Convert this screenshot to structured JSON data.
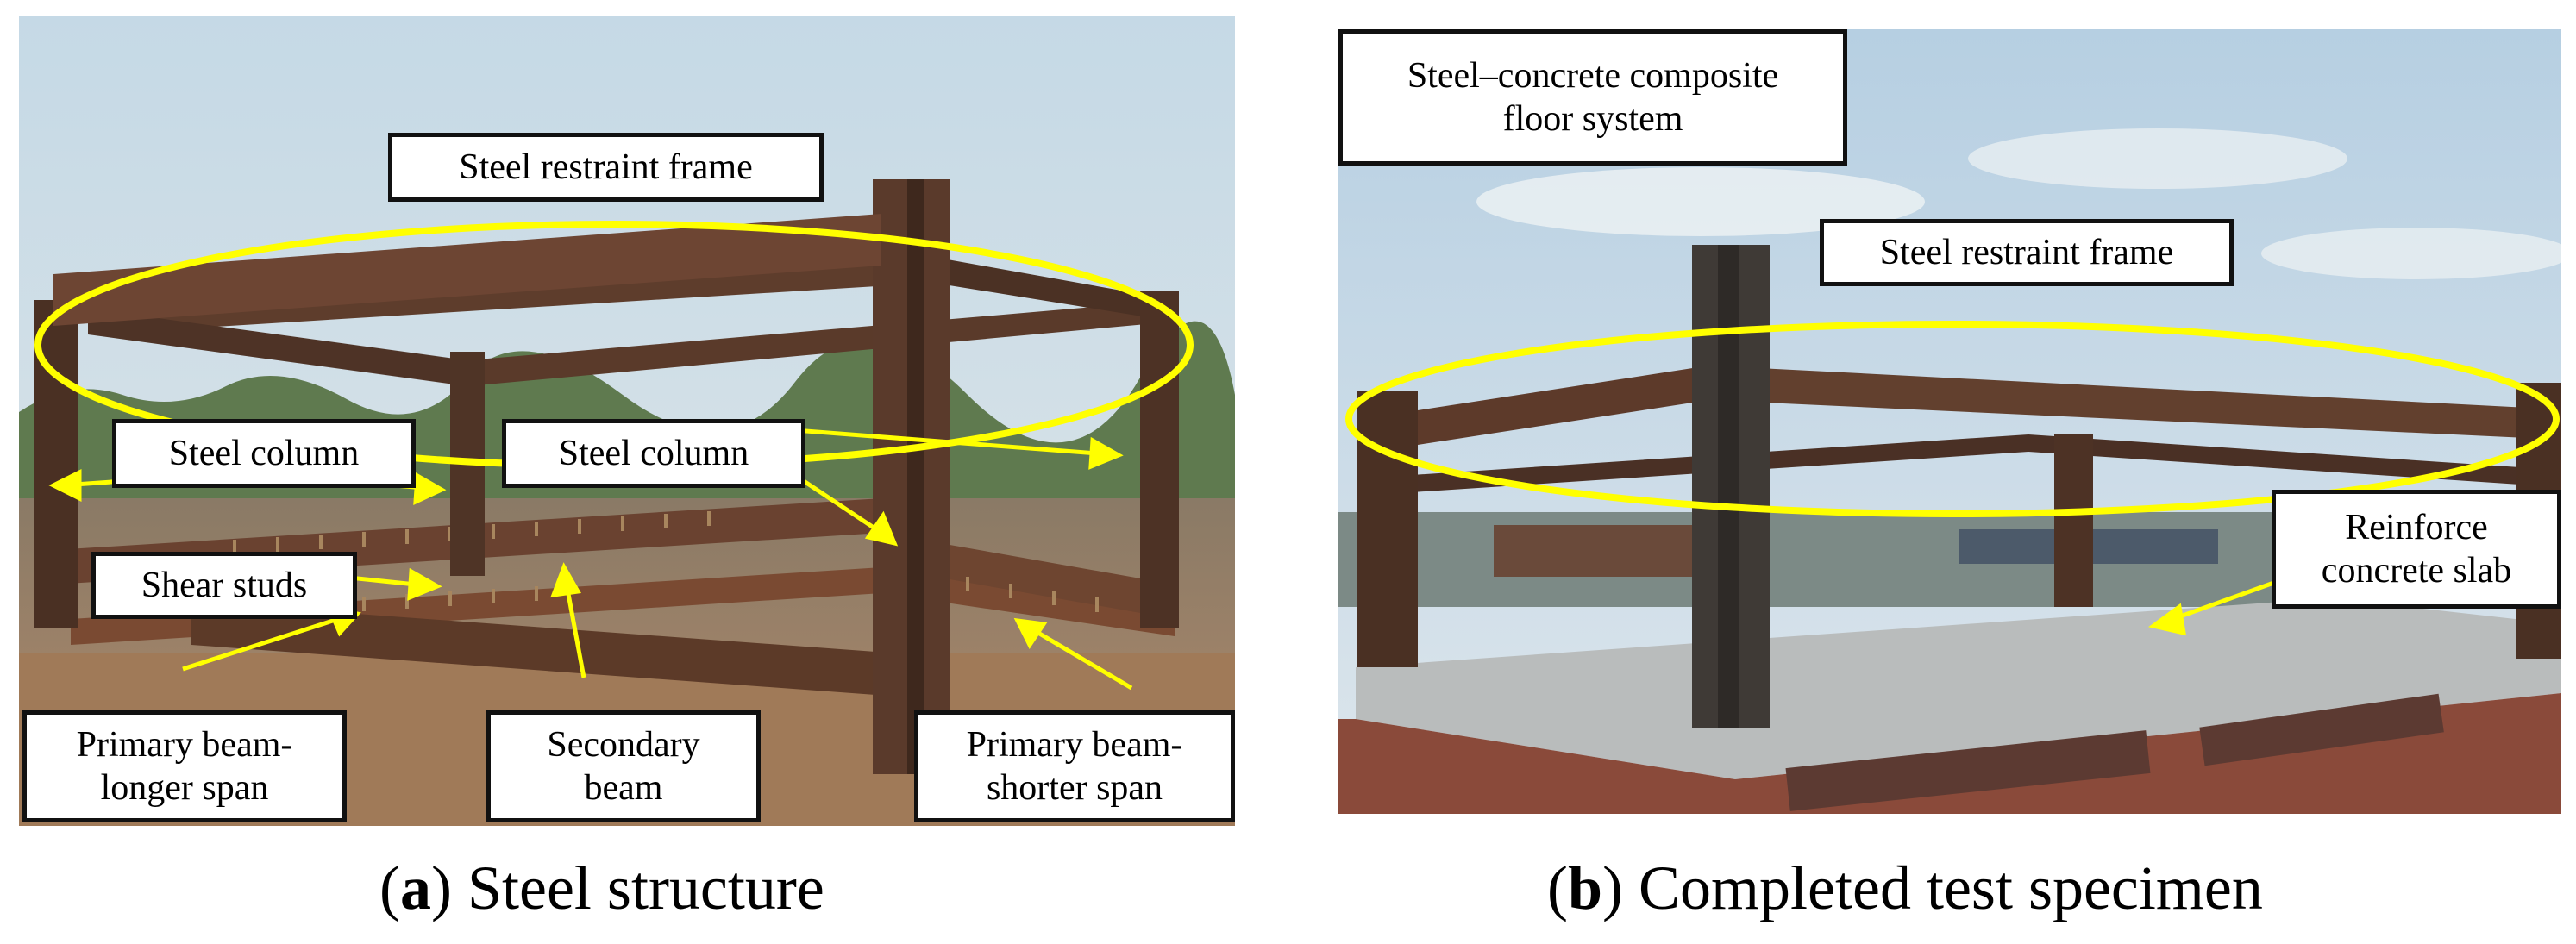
{
  "figure": {
    "panel_a": {
      "caption_letter": "a",
      "caption_text": "Steel structure",
      "labels": {
        "restraint_frame": "Steel restraint frame",
        "column_left": "Steel column",
        "column_right": "Steel column",
        "shear_studs": "Shear studs",
        "primary_long": "Primary beam-\nlonger span",
        "secondary": "Secondary\nbeam",
        "primary_short": "Primary beam-\nshorter span"
      }
    },
    "panel_b": {
      "caption_letter": "b",
      "caption_text": "Completed test specimen",
      "labels": {
        "floor_system": "Steel–concrete composite\nfloor system",
        "restraint_frame": "Steel restraint frame",
        "slab": "Reinforce\nconcrete slab"
      }
    }
  },
  "colors": {
    "highlight": "#ffff00",
    "steel": "#6b4330",
    "sky": "#cfdde6"
  }
}
